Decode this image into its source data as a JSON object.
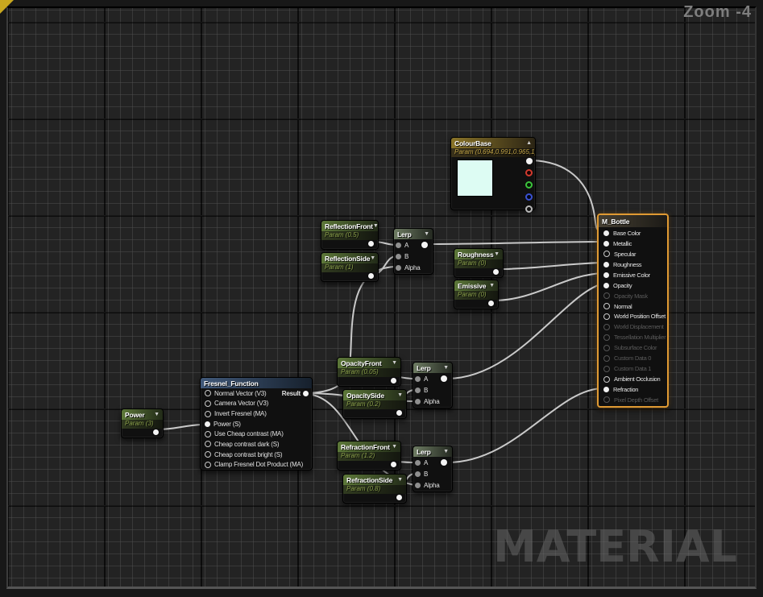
{
  "viewport": {
    "zoom_label": "Zoom -4",
    "watermark": "MATERIAL",
    "background_color": "#232323",
    "wire_color": "#d8d8d8",
    "selection_color": "#e09a33",
    "corner_marker_color": "#c9a81f"
  },
  "icons": {
    "dropdown": "▼",
    "collapse": "▲"
  },
  "nodes": {
    "power": {
      "title": "Power",
      "param": "Param (3)"
    },
    "fresnel": {
      "title": "Fresnel_Function",
      "output_label": "Result",
      "inputs": [
        {
          "label": "Normal Vector (V3)",
          "state": "hollow"
        },
        {
          "label": "Camera Vector (V3)",
          "state": "hollow"
        },
        {
          "label": "Invert Fresnel (MA)",
          "state": "hollow"
        },
        {
          "label": "Power (S)",
          "state": "connected"
        },
        {
          "label": "Use Cheap contrast (MA)",
          "state": "hollow"
        },
        {
          "label": "Cheap contrast dark (S)",
          "state": "hollow"
        },
        {
          "label": "Cheap contrast bright (S)",
          "state": "hollow"
        },
        {
          "label": "Clamp Fresnel Dot Product (MA)",
          "state": "hollow"
        }
      ]
    },
    "reflection_front": {
      "title": "ReflectionFront",
      "param": "Param (0.5)"
    },
    "reflection_side": {
      "title": "ReflectionSide",
      "param": "Param (1)"
    },
    "opacity_front": {
      "title": "OpacityFront",
      "param": "Param (0.05)"
    },
    "opacity_side": {
      "title": "OpacitySide",
      "param": "Param (0.2)"
    },
    "refraction_front": {
      "title": "RefractionFront",
      "param": "Param (1.2)"
    },
    "refraction_side": {
      "title": "RefractionSide",
      "param": "Param (0.8)"
    },
    "roughness": {
      "title": "Roughness",
      "param": "Param (0)"
    },
    "emissive": {
      "title": "Emissive",
      "param": "Param (0)"
    },
    "colour_base": {
      "title": "ColourBase",
      "param": "Param (0.694,0.991,0.965,1)",
      "swatch_color": "#ddfcf3",
      "outputs": [
        "RGB",
        "R",
        "G",
        "B",
        "A"
      ]
    },
    "lerp": {
      "title": "Lerp",
      "inputs": [
        "A",
        "B",
        "Alpha"
      ]
    },
    "m_bottle": {
      "title": "M_Bottle",
      "inputs": [
        {
          "label": "Base Color",
          "state": "connected"
        },
        {
          "label": "Metallic",
          "state": "connected"
        },
        {
          "label": "Specular",
          "state": "hollow"
        },
        {
          "label": "Roughness",
          "state": "connected"
        },
        {
          "label": "Emissive Color",
          "state": "connected"
        },
        {
          "label": "Opacity",
          "state": "connected"
        },
        {
          "label": "Opacity Mask",
          "state": "disabled"
        },
        {
          "label": "Normal",
          "state": "hollow"
        },
        {
          "label": "World Position Offset",
          "state": "hollow"
        },
        {
          "label": "World Displacement",
          "state": "disabled"
        },
        {
          "label": "Tessellation Multiplier",
          "state": "disabled"
        },
        {
          "label": "Subsurface Color",
          "state": "disabled"
        },
        {
          "label": "Custom Data 0",
          "state": "disabled"
        },
        {
          "label": "Custom Data 1",
          "state": "disabled"
        },
        {
          "label": "Ambient Occlusion",
          "state": "hollow"
        },
        {
          "label": "Refraction",
          "state": "connected"
        },
        {
          "label": "Pixel Depth Offset",
          "state": "disabled"
        }
      ]
    }
  }
}
